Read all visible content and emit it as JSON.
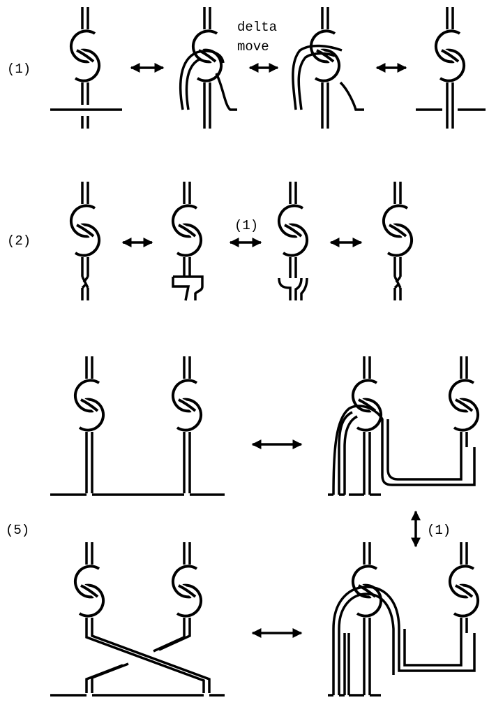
{
  "labels": {
    "row1": "(1)",
    "row2": "(2)",
    "row5": "(5)",
    "delta_1": "delta",
    "delta_2": "move",
    "move_ref_row2": "(1)",
    "move_ref_row5": "(1)"
  },
  "ink_color": "#000000",
  "paper_color": "#ffffff",
  "arrow_icon": "double-headed-arrow"
}
